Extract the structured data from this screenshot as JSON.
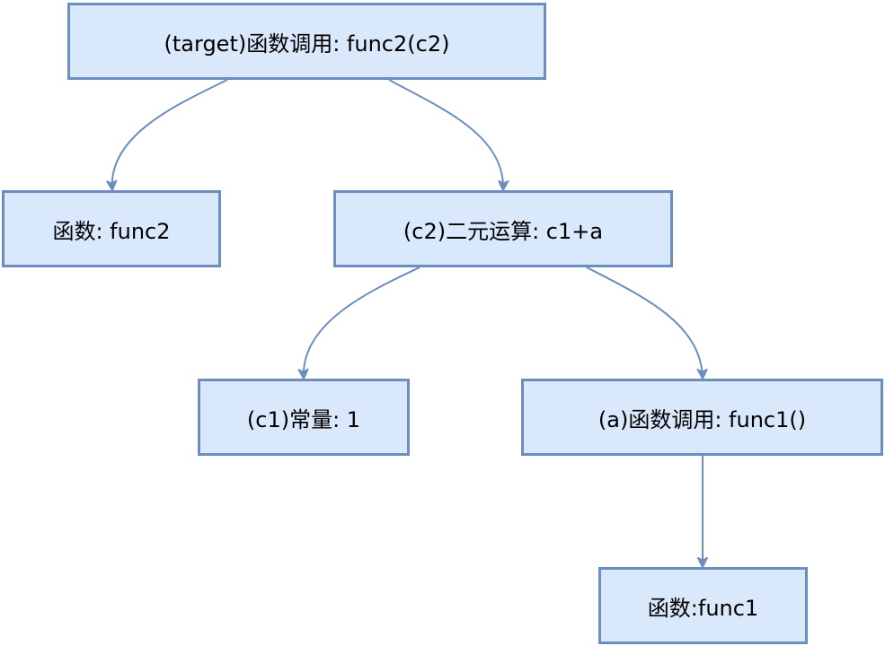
{
  "diagram": {
    "colors": {
      "node_fill": "#dae8fc",
      "node_border": "#6c8ebf",
      "edge": "#6c8ebf",
      "text": "#000000"
    },
    "nodes": {
      "target": "(target)函数调用: func2(c2)",
      "func2": "函数: func2",
      "c2": "(c2)二元运算: c1+a",
      "c1": "(c1)常量: 1",
      "a": "(a)函数调用: func1()",
      "func1": "函数:func1"
    },
    "edges": [
      {
        "from": "target",
        "to": "func2"
      },
      {
        "from": "target",
        "to": "c2"
      },
      {
        "from": "c2",
        "to": "c1"
      },
      {
        "from": "c2",
        "to": "a"
      },
      {
        "from": "a",
        "to": "func1"
      }
    ]
  }
}
